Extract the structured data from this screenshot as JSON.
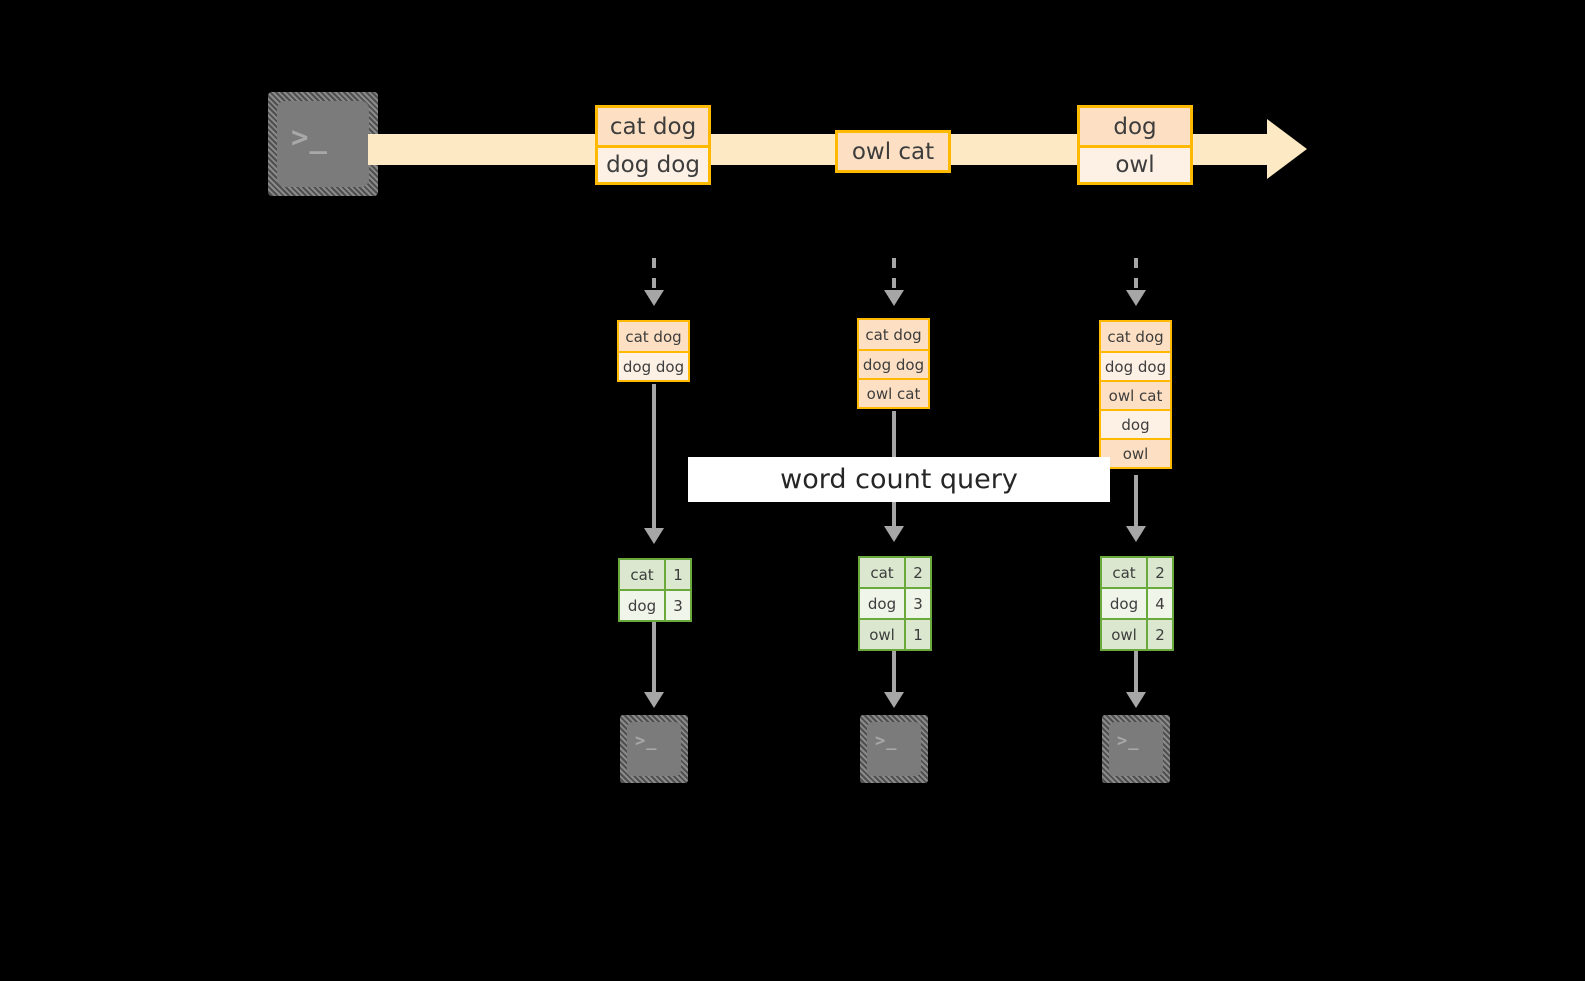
{
  "colors": {
    "background": "#000000",
    "stream_band": "#fdeac4",
    "message_border": "#ffb900",
    "message_fill_dark": "#fde0c3",
    "message_fill_light": "#fdf0e5",
    "table_border": "#6aaa3c",
    "table_fill_dark": "#dbe8cf",
    "table_fill_light": "#f0f5ea",
    "arrow": "#a6a6a6",
    "terminal_body": "#7b7b7b",
    "label_background": "#ffffff",
    "text": "#3d3d3d"
  },
  "producer": {
    "icon": "terminal-icon",
    "prompt": ">_"
  },
  "stream": {
    "icon": "stream-arrow-icon",
    "messages": [
      {
        "group_name": "stream-message-group-1",
        "lines": [
          "cat dog",
          "dog dog"
        ]
      },
      {
        "group_name": "stream-message-group-2",
        "lines": [
          "owl cat"
        ]
      },
      {
        "group_name": "stream-message-group-3",
        "lines": [
          "dog",
          "owl"
        ]
      }
    ]
  },
  "query": {
    "label": "word count query",
    "icon": "query-label"
  },
  "snapshots": [
    {
      "name": "snapshot-1",
      "input_lines": [
        "cat dog",
        "dog dog"
      ],
      "counts": [
        {
          "word": "cat",
          "count": "1"
        },
        {
          "word": "dog",
          "count": "3"
        }
      ],
      "consumer": {
        "icon": "terminal-icon",
        "prompt": ">_"
      }
    },
    {
      "name": "snapshot-2",
      "input_lines": [
        "cat dog",
        "dog dog",
        "owl cat"
      ],
      "counts": [
        {
          "word": "cat",
          "count": "2"
        },
        {
          "word": "dog",
          "count": "3"
        },
        {
          "word": "owl",
          "count": "1"
        }
      ],
      "consumer": {
        "icon": "terminal-icon",
        "prompt": ">_"
      }
    },
    {
      "name": "snapshot-3",
      "input_lines": [
        "cat dog",
        "dog dog",
        "owl cat",
        "dog",
        "owl"
      ],
      "counts": [
        {
          "word": "cat",
          "count": "2"
        },
        {
          "word": "dog",
          "count": "4"
        },
        {
          "word": "owl",
          "count": "2"
        }
      ],
      "consumer": {
        "icon": "terminal-icon",
        "prompt": ">_"
      }
    }
  ]
}
